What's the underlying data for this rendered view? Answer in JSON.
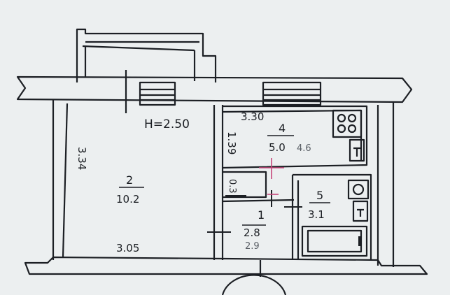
{
  "plan": {
    "ceiling_height": "H=2.50",
    "rooms": [
      {
        "number": "2",
        "area": "10.2"
      },
      {
        "number": "4",
        "area": "5.0",
        "area_pen": "4.6"
      },
      {
        "number": "1",
        "area": "2.8",
        "area_pen": "2.9"
      },
      {
        "number": "5",
        "area": "3.1"
      },
      {
        "number": "",
        "area": "0.3"
      }
    ],
    "dimensions": {
      "room2_height": "3.34",
      "room2_width": "3.05",
      "kitchen_width": "3.30",
      "kitchen_depth": "1.39"
    }
  },
  "colors": {
    "ink": "#1c1f24",
    "paper": "#eceff0",
    "pencil": "#6b7078",
    "marker": "#c6467a"
  }
}
